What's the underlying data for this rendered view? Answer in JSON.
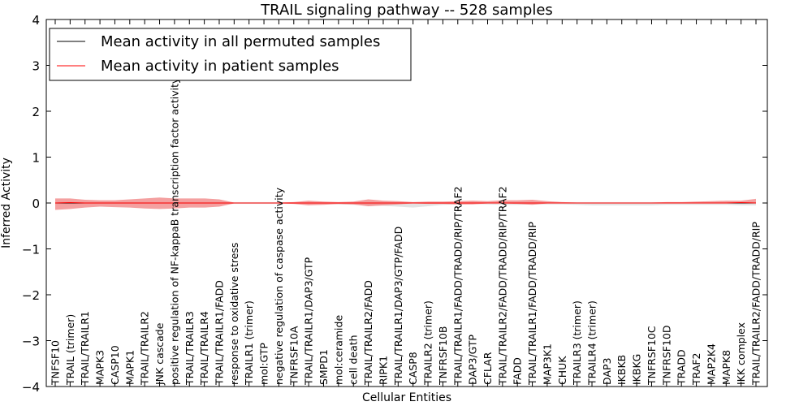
{
  "chart_data": {
    "type": "line",
    "title": "TRAIL signaling pathway -- 528 samples",
    "xlabel": "Cellular Entities",
    "ylabel": "Inferred Activity",
    "ylim": [
      -4,
      4
    ],
    "yticks": [
      "−4",
      "−3",
      "−2",
      "−1",
      "0",
      "1",
      "2",
      "3",
      "4"
    ],
    "grid": false,
    "legend_position": "top-left",
    "categories": [
      "TNFSF10",
      "TRAIL (trimer)",
      "TRAIL/TRAILR1",
      "MAPK3",
      "CASP10",
      "MAPK1",
      "TRAIL/TRAILR2",
      "JNK cascade",
      "positive regulation of NF-kappaB transcription factor activity",
      "TRAIL/TRAILR3",
      "TRAIL/TRAILR4",
      "TRAIL/TRAILR1/FADD",
      "response to oxidative stress",
      "TRAILR1 (trimer)",
      "mol:GTP",
      "negative regulation of caspase activity",
      "TNFRSF10A",
      "TRAIL/TRAILR1/DAP3/GTP",
      "SMPD1",
      "mol:ceramide",
      "cell death",
      "TRAIL/TRAILR2/FADD",
      "RIPK1",
      "TRAIL/TRAILR1/DAP3/GTP/FADD",
      "CASP8",
      "TRAILR2 (trimer)",
      "TNFRSF10B",
      "TRAIL/TRAILR1/FADD/TRADD/RIP/TRAF2",
      "DAP3/GTP",
      "CFLAR",
      "TRAIL/TRAILR2/FADD/TRADD/RIP/TRAF2",
      "FADD",
      "TRAIL/TRAILR1/FADD/TRADD/RIP",
      "MAP3K1",
      "CHUK",
      "TRAILR3 (trimer)",
      "TRAILR4 (trimer)",
      "DAP3",
      "IKBKB",
      "IKBKG",
      "TNFRSF10C",
      "TNFRSF10D",
      "TRADD",
      "TRAF2",
      "MAP2K4",
      "MAPK8",
      "IKK complex",
      "TRAIL/TRAILR2/FADD/TRADD/RIP"
    ],
    "series": [
      {
        "name": "Mean activity in all permuted samples",
        "color": "#000000",
        "values": [
          0.0,
          0.0,
          0.0,
          0.0,
          0.0,
          0.0,
          0.0,
          0.0,
          0.0,
          0.0,
          0.0,
          0.0,
          0.0,
          0.0,
          0.0,
          0.0,
          0.0,
          0.0,
          0.0,
          0.0,
          0.0,
          0.0,
          0.0,
          0.0,
          0.0,
          0.0,
          0.0,
          0.0,
          0.0,
          0.0,
          0.0,
          0.0,
          0.0,
          0.0,
          0.0,
          0.0,
          0.0,
          0.0,
          0.0,
          0.0,
          0.0,
          0.0,
          0.0,
          0.0,
          0.0,
          0.0,
          0.0,
          0.0
        ],
        "lower": [
          -0.02,
          -0.02,
          -0.02,
          -0.02,
          -0.02,
          -0.02,
          -0.02,
          -0.02,
          -0.02,
          -0.02,
          -0.02,
          -0.02,
          -0.02,
          -0.02,
          -0.02,
          -0.02,
          -0.02,
          -0.02,
          -0.02,
          -0.03,
          -0.04,
          -0.05,
          -0.06,
          -0.08,
          -0.1,
          -0.07,
          -0.04,
          -0.03,
          -0.02,
          -0.03,
          -0.04,
          -0.04,
          -0.03,
          -0.03,
          -0.03,
          -0.04,
          -0.05,
          -0.05,
          -0.05,
          -0.05,
          -0.05,
          -0.04,
          -0.04,
          -0.04,
          -0.04,
          -0.04,
          -0.05,
          -0.05
        ],
        "upper": [
          0.02,
          0.02,
          0.02,
          0.02,
          0.02,
          0.02,
          0.02,
          0.02,
          0.02,
          0.02,
          0.02,
          0.02,
          0.02,
          0.02,
          0.02,
          0.02,
          0.02,
          0.02,
          0.02,
          0.02,
          0.02,
          0.02,
          0.02,
          0.02,
          0.02,
          0.02,
          0.02,
          0.02,
          0.02,
          0.02,
          0.02,
          0.02,
          0.02,
          0.02,
          0.02,
          0.02,
          0.02,
          0.02,
          0.02,
          0.02,
          0.02,
          0.02,
          0.02,
          0.02,
          0.02,
          0.02,
          0.02,
          0.02
        ]
      },
      {
        "name": "Mean activity in patient samples",
        "color": "#ff0000",
        "values": [
          0.0,
          0.01,
          0.0,
          0.0,
          0.0,
          0.0,
          0.0,
          0.0,
          0.0,
          0.0,
          0.0,
          0.0,
          0.0,
          0.0,
          0.0,
          0.0,
          0.0,
          0.0,
          0.0,
          0.0,
          0.0,
          0.0,
          0.0,
          0.0,
          0.0,
          0.0,
          0.0,
          0.0,
          0.0,
          0.0,
          0.0,
          0.0,
          0.0,
          0.0,
          0.0,
          0.0,
          0.0,
          0.0,
          0.0,
          0.0,
          0.0,
          0.0,
          0.0,
          0.0,
          0.0,
          0.0,
          0.01,
          0.0
        ],
        "lower": [
          -0.15,
          -0.13,
          -0.1,
          -0.08,
          -0.09,
          -0.1,
          -0.12,
          -0.13,
          -0.12,
          -0.1,
          -0.1,
          -0.08,
          -0.01,
          -0.01,
          -0.01,
          -0.01,
          -0.02,
          -0.05,
          -0.04,
          -0.02,
          -0.03,
          -0.07,
          -0.05,
          -0.03,
          -0.01,
          -0.02,
          -0.02,
          -0.03,
          -0.03,
          -0.01,
          -0.01,
          -0.02,
          -0.04,
          -0.01,
          -0.01,
          -0.01,
          -0.01,
          -0.01,
          -0.01,
          -0.01,
          -0.01,
          -0.01,
          -0.01,
          -0.01,
          -0.01,
          -0.01,
          -0.01,
          -0.01
        ],
        "upper": [
          0.1,
          0.1,
          0.07,
          0.06,
          0.06,
          0.08,
          0.1,
          0.12,
          0.1,
          0.1,
          0.1,
          0.08,
          0.01,
          0.01,
          0.01,
          0.01,
          0.02,
          0.05,
          0.03,
          0.02,
          0.03,
          0.08,
          0.05,
          0.04,
          0.02,
          0.03,
          0.03,
          0.04,
          0.05,
          0.04,
          0.06,
          0.06,
          0.07,
          0.04,
          0.02,
          0.01,
          0.01,
          0.01,
          0.01,
          0.01,
          0.01,
          0.02,
          0.02,
          0.03,
          0.04,
          0.05,
          0.05,
          0.09
        ]
      }
    ]
  }
}
